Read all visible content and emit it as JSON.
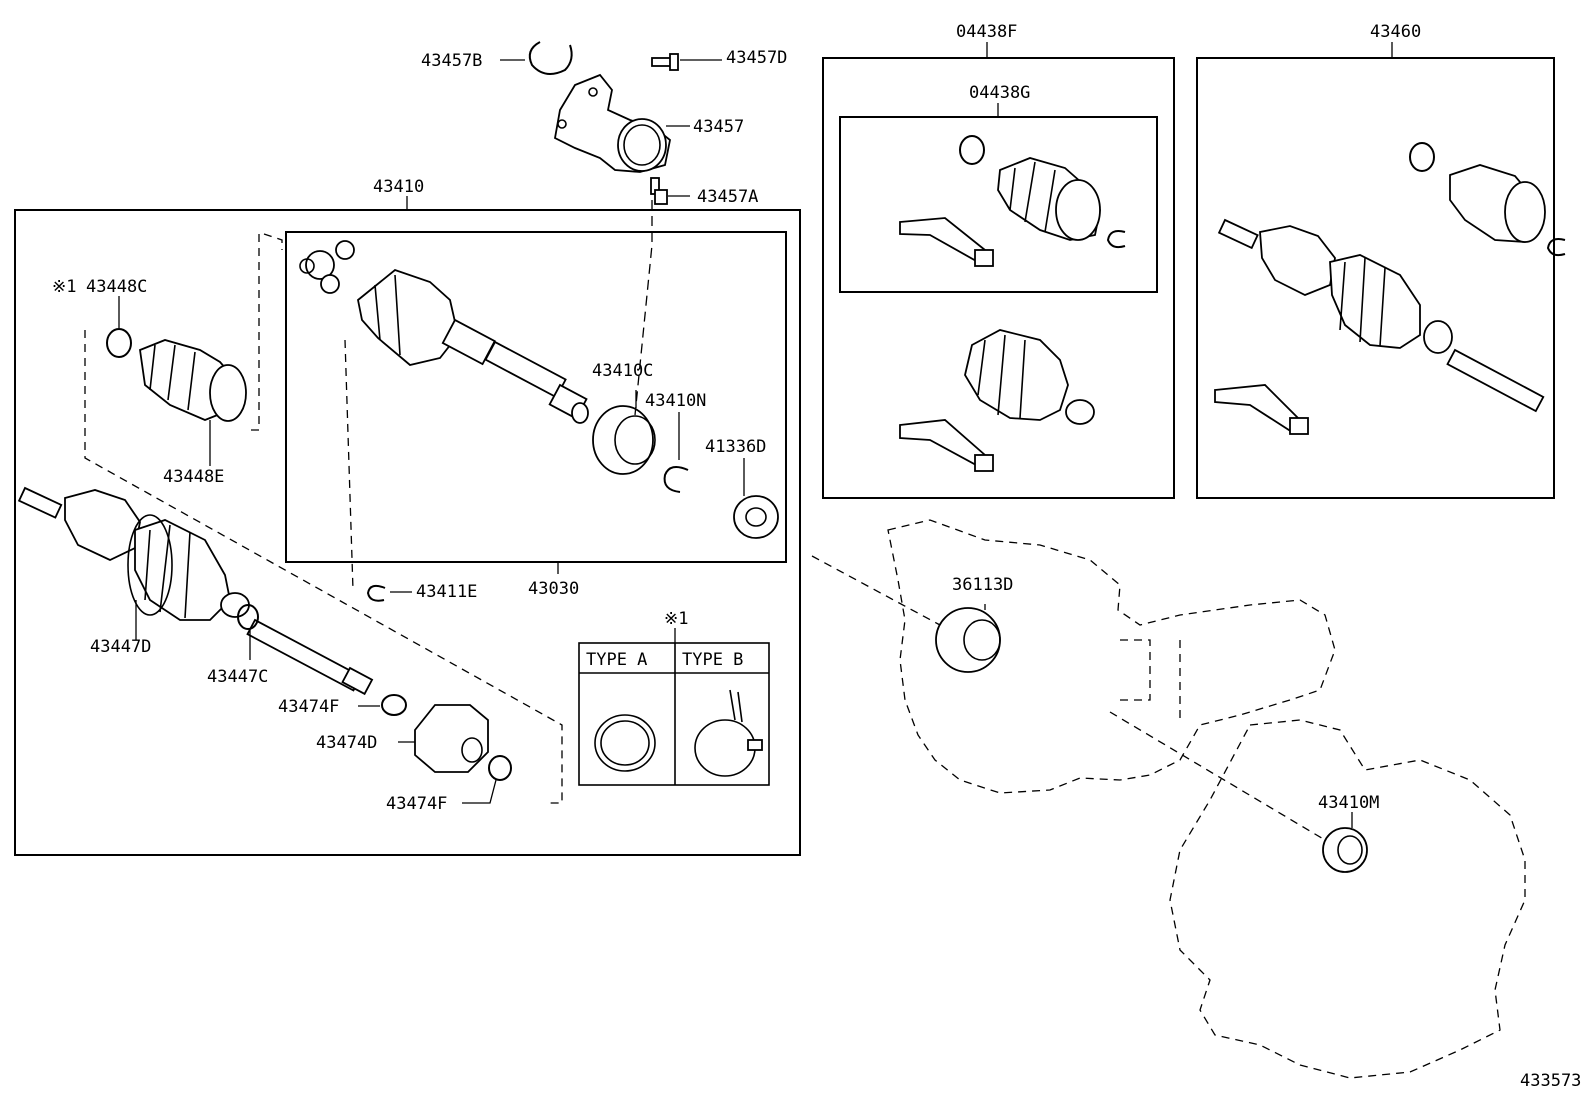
{
  "labels": {
    "p43457B": "43457B",
    "p43457D": "43457D",
    "p43457": "43457",
    "p43457A": "43457A",
    "p43410": "43410",
    "p43448C": "43448C",
    "p43448C_mark": "※1",
    "p43448E": "43448E",
    "p43410C": "43410C",
    "p43410N": "43410N",
    "p41336D": "41336D",
    "p43030": "43030",
    "p43411E": "43411E",
    "p43447D": "43447D",
    "p43447C": "43447C",
    "p43474F_a": "43474F",
    "p43474D": "43474D",
    "p43474F_b": "43474F",
    "p04438F": "04438F",
    "p04438G": "04438G",
    "p43460": "43460",
    "p36113D": "36113D",
    "p43410M": "43410M",
    "note_mark": "※1"
  },
  "type_table": {
    "type_a": "TYPE A",
    "type_b": "TYPE B"
  },
  "diagram_id": "433573"
}
